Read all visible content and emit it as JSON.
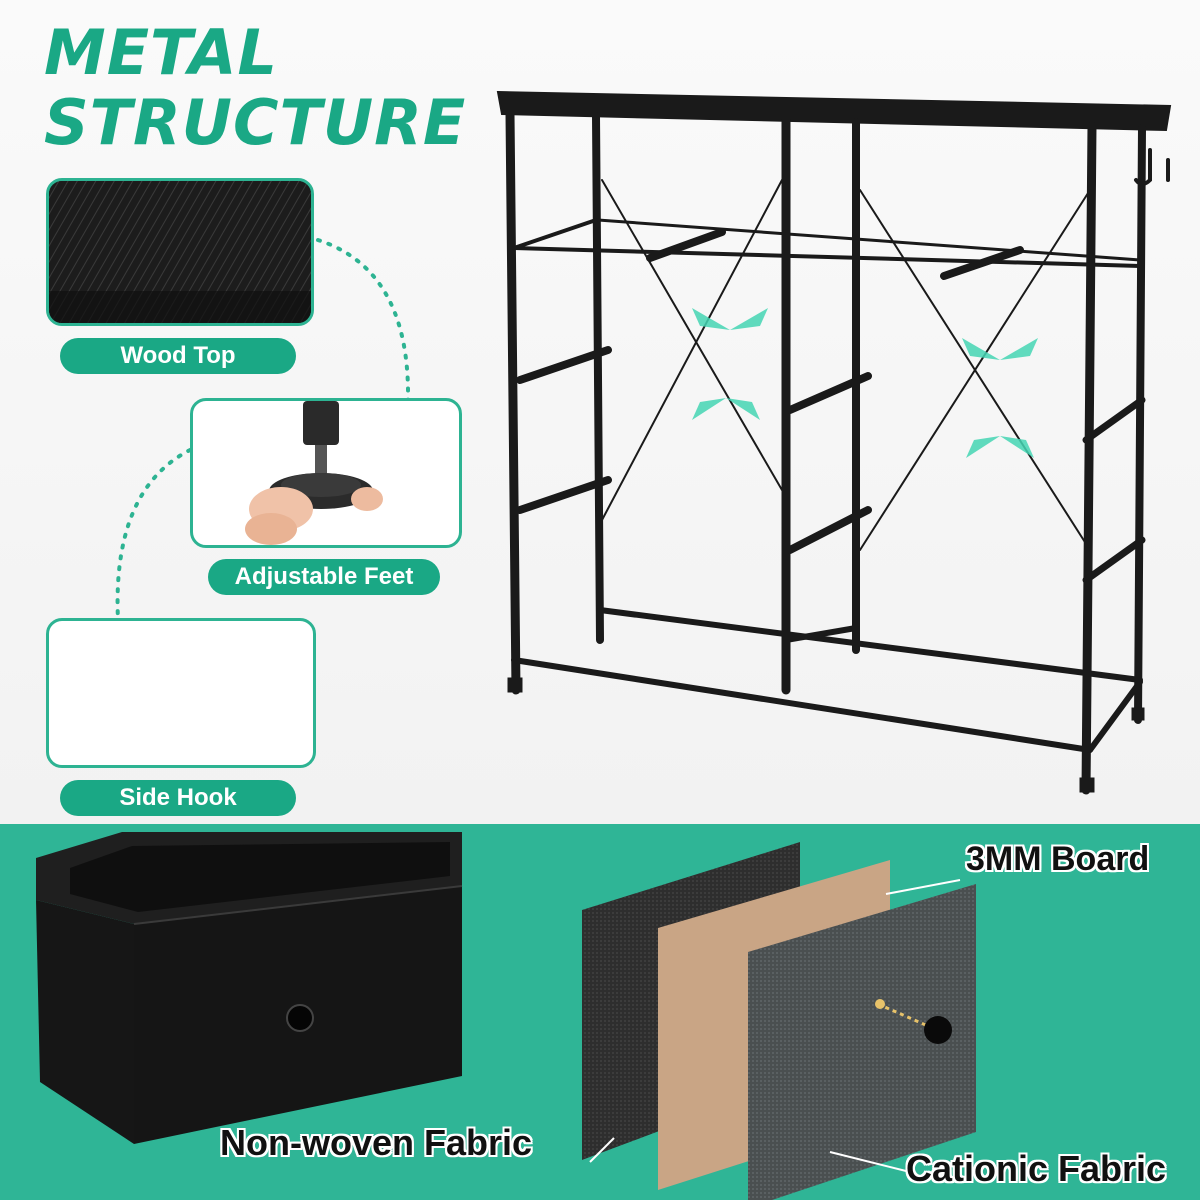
{
  "headline": {
    "line1": "METAL",
    "line2": "STRUCTURE"
  },
  "features": {
    "wood_top": "Wood Top",
    "adjustable_feet": "Adjustable Feet",
    "side_hook": "Side Hook"
  },
  "materials": {
    "board": "3MM Board",
    "non_woven": "Non-woven Fabric",
    "cationic": "Cationic Fabric"
  },
  "colors": {
    "accent": "#1aa885",
    "band": "#2fb596",
    "frame": "#1a1a1a"
  }
}
